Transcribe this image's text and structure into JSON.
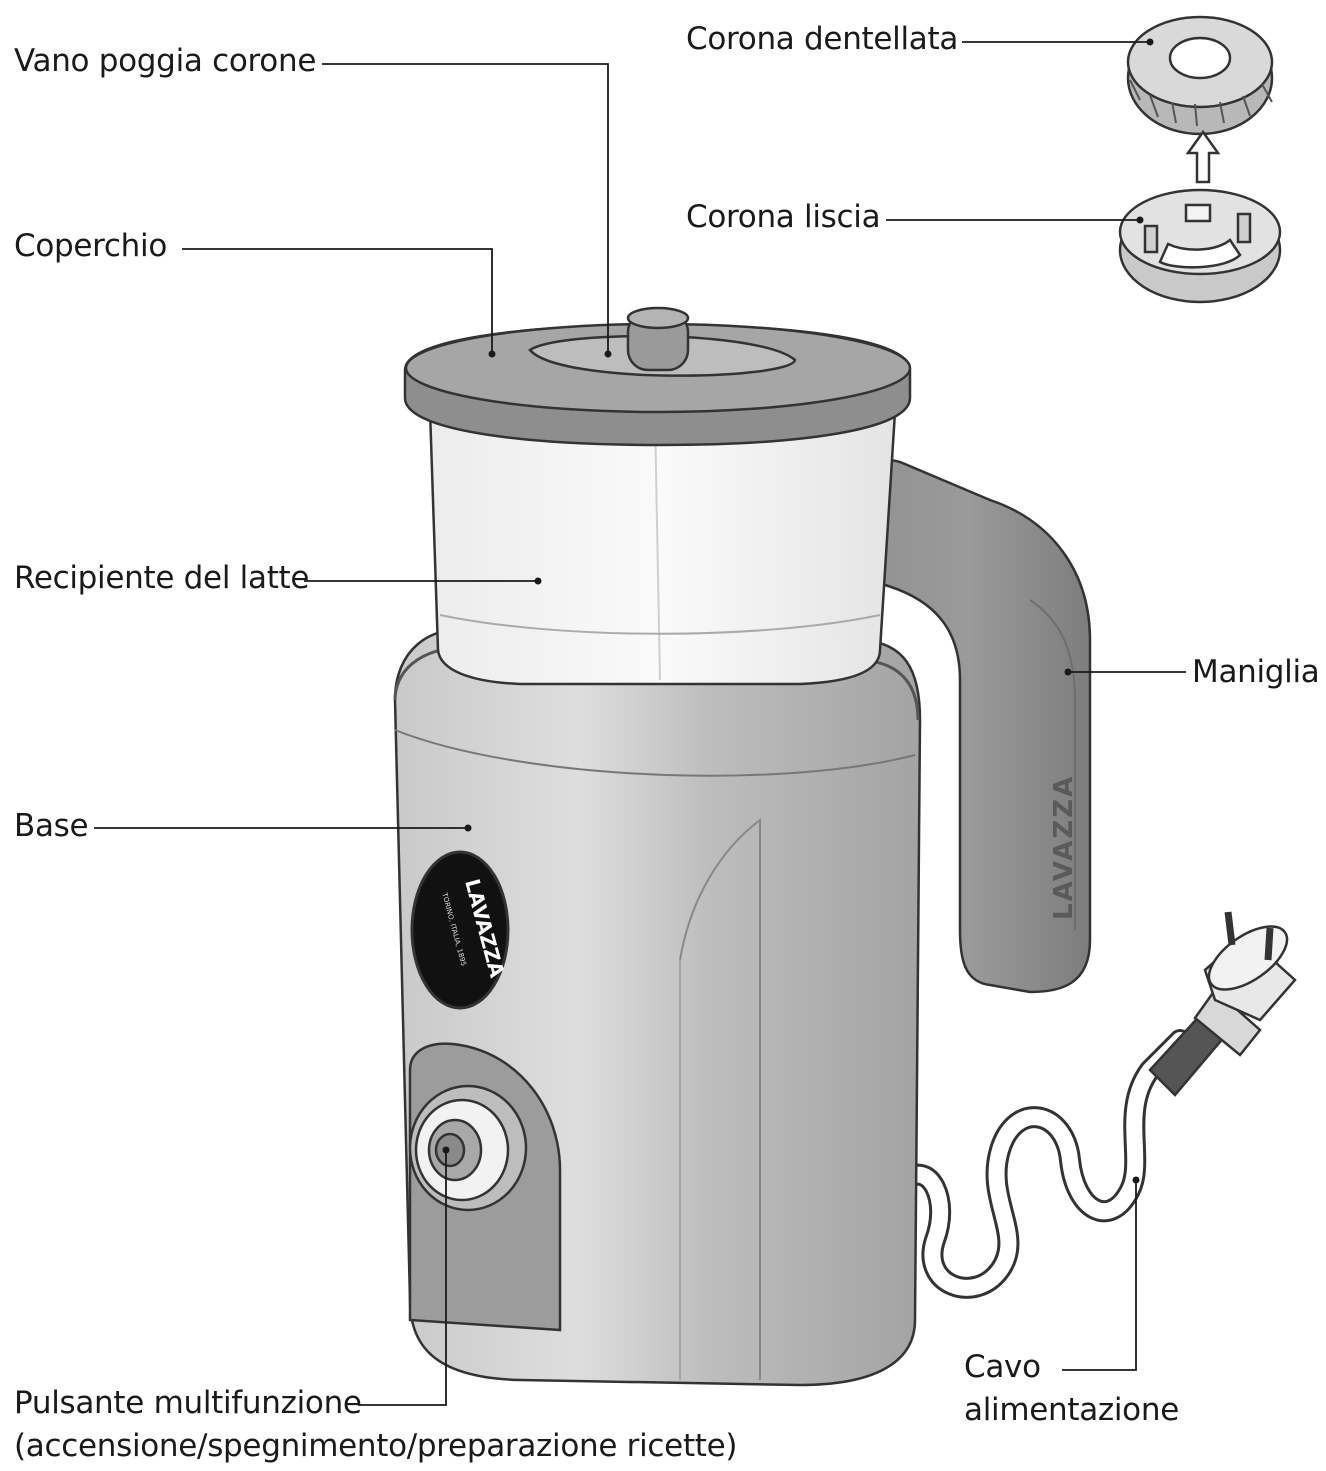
{
  "labels": {
    "vano_poggia_corone": "Vano poggia corone",
    "corona_dentellata": "Corona dentellata",
    "corona_liscia": "Corona liscia",
    "coperchio": "Coperchio",
    "recipiente_latte": "Recipiente del latte",
    "maniglia": "Maniglia",
    "base": "Base",
    "pulsante_line1": "Pulsante multifunzione",
    "pulsante_line2": "(accensione/spegnimento/preparazione ricette)",
    "cavo_line1": "Cavo",
    "cavo_line2": "alimentazione"
  },
  "logo": {
    "brand": "LAVAZZA",
    "tagline": "TORINO, ITALIA, 1895"
  },
  "handle_logo": "LAVAZZA",
  "colors": {
    "lid": "#8e8e8e",
    "lid_top": "#a8a8a8",
    "jug": "#f4f4f4",
    "base_light": "#d2d2d2",
    "base_dark": "#a9a9a9",
    "handle": "#8f8f8f",
    "line": "#1a1a1a"
  },
  "icons": [
    "up-arrow-icon",
    "power-plug-icon",
    "multifunction-button-icon"
  ]
}
